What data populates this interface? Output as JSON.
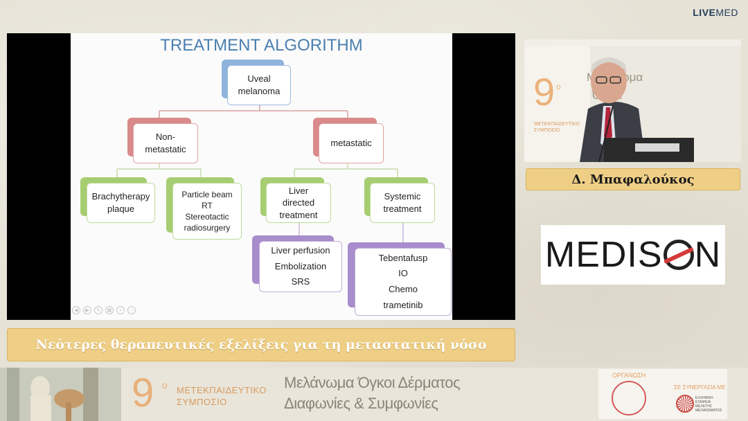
{
  "brand": {
    "live": "LIVE",
    "med": "MED"
  },
  "slide": {
    "title": "TREATMENT ALGORITHM",
    "nodes": {
      "uveal": "Uveal\nmelanoma",
      "nonmeta": "Non-\nmetastatic",
      "meta": "metastatic",
      "brachy": "Brachytherapy\nplaque",
      "particle": "Particle beam\nRT\nStereotactic\nradiosurgery",
      "liverdir": "Liver\ndirected\ntreatment",
      "systemic": "Systemic\ntreatment",
      "liverperf": "Liver perfusion\nEmbolization\nSRS",
      "tebenta": "Tebentafusp\nIO\nChemo\ntrametinib"
    }
  },
  "speaker": {
    "name": "Δ. Μπαφαλούκος"
  },
  "sponsor": {
    "logo_text": "MEDISON"
  },
  "lecture": {
    "title": "Νεότερες θεραπευτικές εξελίξεις για τη μεταστατική νόσο"
  },
  "banner": {
    "number": "9",
    "degree": "ο",
    "symposium_line1": "ΜΕΤΕΚΠΑΙΔΕΥΤΙΚΟ",
    "symposium_line2": "ΣΥΜΠΟΣΙΟ",
    "topic_line1": "Μελάνωμα Όγκοι Δέρματος",
    "topic_line2": "Διαφωνίες & Συμφωνίες",
    "org_label": "ΟΡΓΑΝΩΣΗ",
    "coop_label": "ΣΕ ΣΥΝΕΡΓΑΣΙΑ ΜΕ",
    "coop_text": "ΕΛΛΗΝΙΚΗ ΕΤΑΙΡΕΙΑ ΜΕΛΕΤΗΣ ΜΕΛΑΝΩΜΑΤΟΣ"
  },
  "colors": {
    "title_blue": "#4a7fb0",
    "gold_bar": "#efcf86",
    "node_blue": "#8eb3dc",
    "node_red": "#d98a8a",
    "node_green": "#a6cd72",
    "node_purple": "#a88ccb"
  }
}
